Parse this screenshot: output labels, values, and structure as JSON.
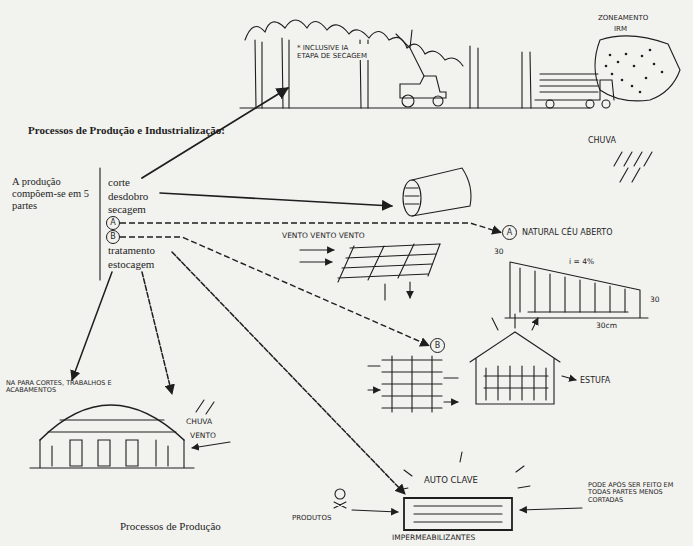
{
  "diagram": {
    "title": "Processos de Produção e Industrialização:",
    "caption": "Processos de Produção",
    "nodes": [
      {
        "text": [
          "A"
        ]
      },
      {
        "text": [
          "B"
        ]
      },
      {
        "text": [
          "A"
        ]
      },
      {
        "text": [
          "B"
        ]
      }
    ],
    "edges": [
      {
        "from": 0,
        "to": 2,
        "arrow": "to"
      },
      {
        "from": 1,
        "to": 3,
        "arrow": "to"
      }
    ],
    "labels": [
      "A produção compõem-se em 5 partes",
      "corte",
      "desdobro",
      "secagem",
      "tratamento",
      "estocagem",
      "* INCLUSIVE IA ETAPA DE SECAGEM",
      "ZONEAMENTO",
      "IRM",
      "CHUVA",
      "VENTO VENTO VENTO",
      "NATURAL CÉU ABERTO",
      "30",
      "i = 4%",
      "30",
      "30cm",
      "ESTUFA",
      "AUTO CLAVE",
      "PRODUTOS",
      "PODE APÓS SER FEITO EM TODAS PARTES MENOS CORTADAS",
      "IMPERMEABILIZANTES",
      "NA PARA CORTES, TRABALHOS E ACABAMENTOS",
      "CHUVA",
      "VENTO"
    ]
  }
}
